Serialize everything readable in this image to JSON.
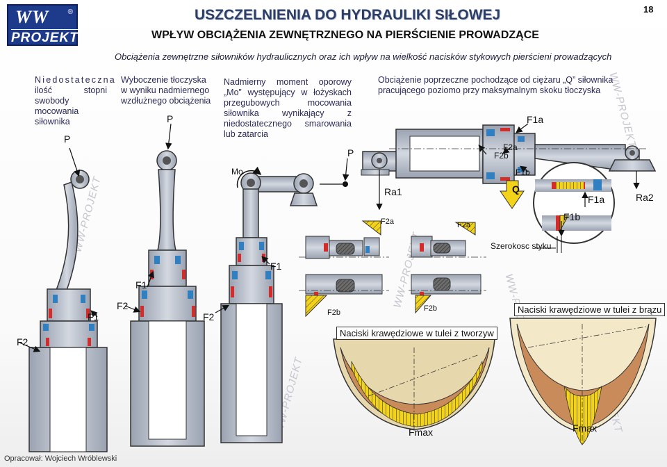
{
  "page_number": "18",
  "logo": {
    "line1": "WW",
    "registered": "®",
    "line2": "PROJEKT"
  },
  "title": "USZCZELNIENIA DO HYDRAULIKI SIŁOWEJ",
  "subtitle": "WPŁYW OBCIĄŻENIA ZEWNĘTRZNEGO NA PIERŚCIENIE PROWADZĄCE",
  "caption": "Obciążenia zewnętrzne siłowników hydraulicznych oraz ich wpływ na wielkość nacisków stykowych pierścieni prowadzących",
  "columns": [
    {
      "line_spaced": "Niedostateczna",
      "rest": "ilość stopni swobody mocowania siłownika"
    },
    {
      "text": "Wyboczenie tłoczyska w wyniku nadmiernego wzdłużnego obciążenia"
    },
    {
      "text": "Nadmierny moment oporowy „Mo” występujący w łożyskach przegubowych mocowania siłownika wynikający z niedostatecznego smarowania lub zatarcia"
    },
    {
      "text": "Obciążenie poprzeczne pochodzące od ciężaru „Q” siłownika pracującego poziomo przy maksymalnym skoku tłoczyska"
    }
  ],
  "labels": {
    "P": "P",
    "Mo": "Mo",
    "F1": "F1",
    "F2": "F2",
    "F1a": "F1a",
    "F1b": "F1b",
    "F2a": "F2a",
    "F2b": "F2b",
    "Ra1": "Ra1",
    "Ra2": "Ra2",
    "Q": "Q",
    "Fmax": "Fmax",
    "szerokosc": "Szerokosc styku",
    "tworzywo": "Naciski krawędziowe w tulei z tworzyw",
    "braz": "Naciski krawędziowe w tulei z brązu"
  },
  "watermark": "WW-PROJEKT",
  "footer": "Opracował: Wojciech Wróblewski",
  "colors": {
    "steel": "#b9bfca",
    "steel_dark": "#7a8294",
    "seal_blue": "#2f7fc1",
    "seal_red": "#d42b2b",
    "pressure_yellow": "#f3d21a",
    "bronze": "#c98b5a",
    "bushing_tan": "#e2cfa0",
    "logo_blue": "#1e3a8a"
  }
}
